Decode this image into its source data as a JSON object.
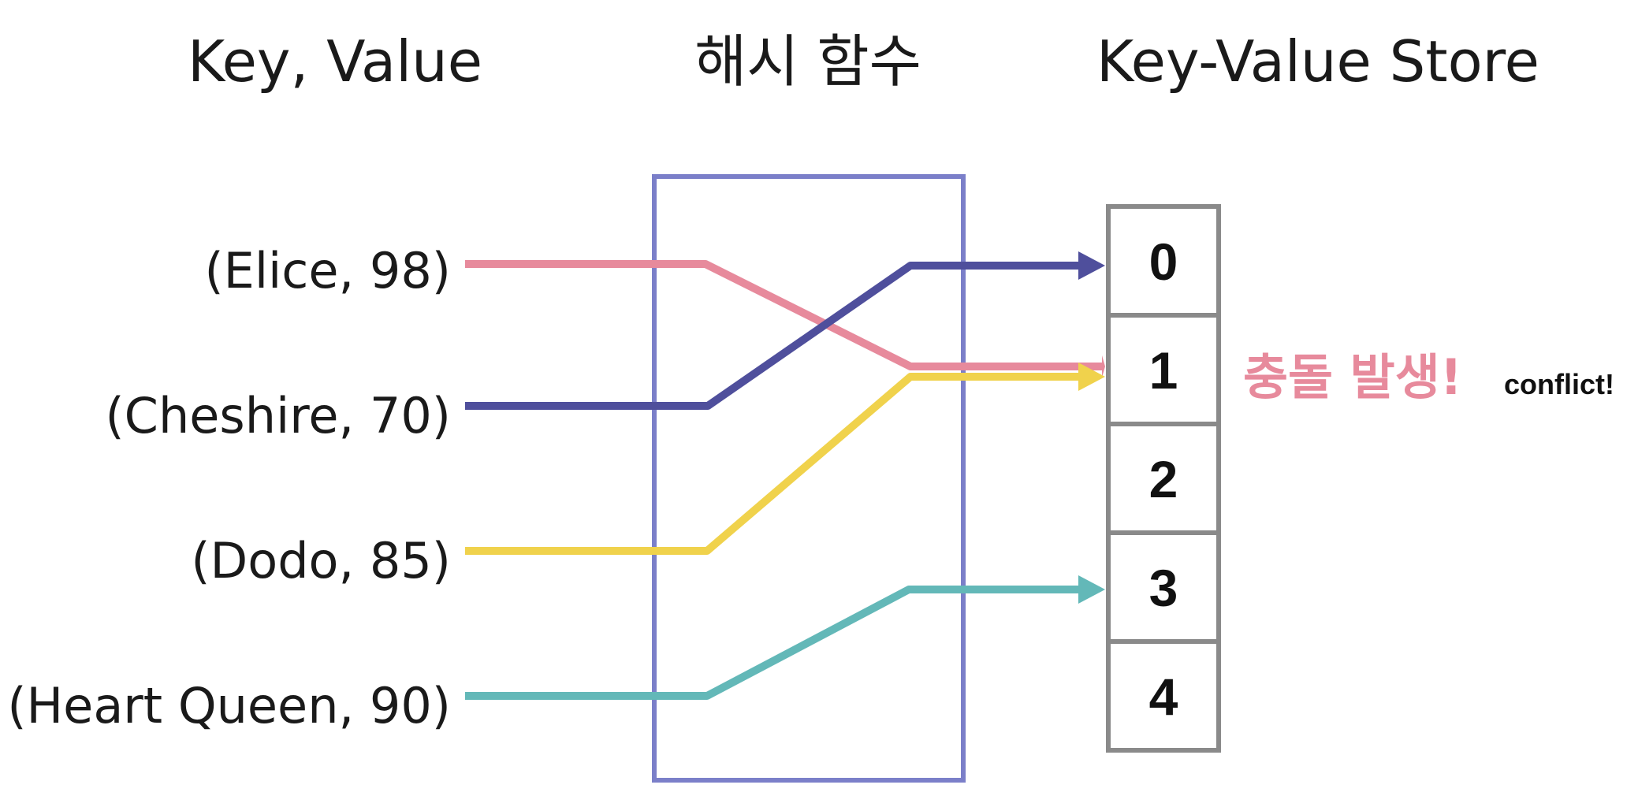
{
  "headings": {
    "input": "Key, Value",
    "hash": "해시 함수",
    "store": "Key-Value Store"
  },
  "pairs": [
    {
      "label": "(Elice, 98)",
      "color": "#e78a9c",
      "slot": 1
    },
    {
      "label": "(Cheshire, 70)",
      "color": "#4f4f9c",
      "slot": 0
    },
    {
      "label": "(Dodo, 85)",
      "color": "#f0d24c",
      "slot": 1
    },
    {
      "label": "(Heart Queen, 90)",
      "color": "#63b8b8",
      "slot": 3
    }
  ],
  "slots": [
    "0",
    "1",
    "2",
    "3",
    "4"
  ],
  "collision": {
    "text": "충돌 발생!",
    "translation": "conflict!",
    "color": "#e78a9c"
  },
  "colors": {
    "hash_box": "#7b7fc9",
    "slot_border": "#8a8a8a"
  }
}
